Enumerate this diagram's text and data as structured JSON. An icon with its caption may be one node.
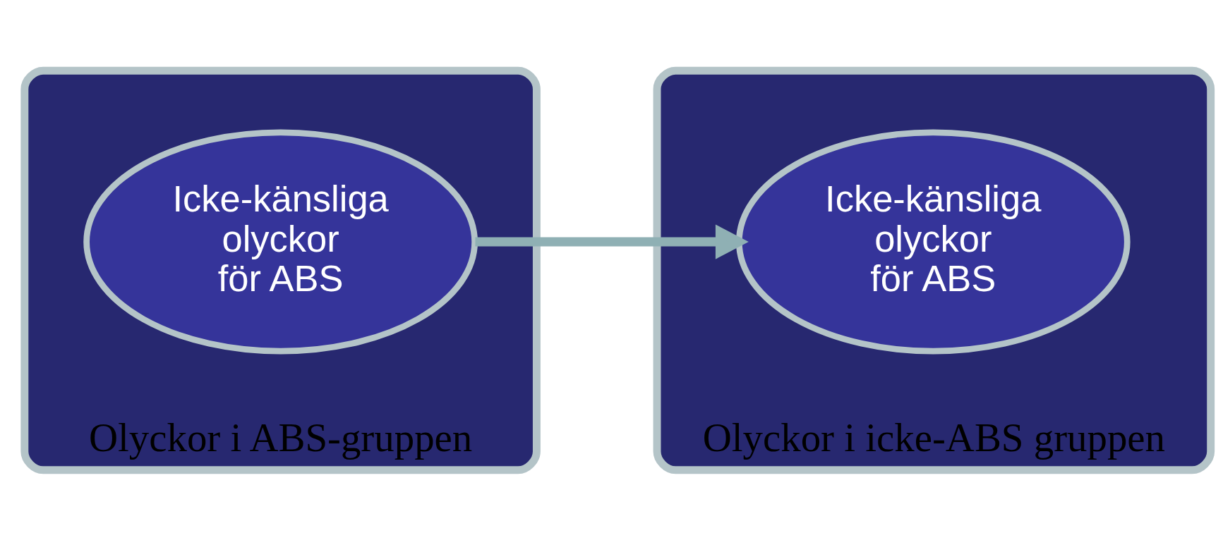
{
  "diagram": {
    "nodes": [
      {
        "text": [
          "Olyckor i ABS-gruppen"
        ]
      },
      {
        "text": [
          "Icke-känsliga olyckor för ABS"
        ],
        "in": 0
      },
      {
        "text": [
          "Olyckor i icke-ABS gruppen"
        ]
      },
      {
        "text": [
          "Icke-känsliga olyckor för ABS"
        ],
        "in": 2
      }
    ],
    "edges": [
      {
        "from": 1,
        "to": 3,
        "arrow": "to"
      }
    ]
  }
}
